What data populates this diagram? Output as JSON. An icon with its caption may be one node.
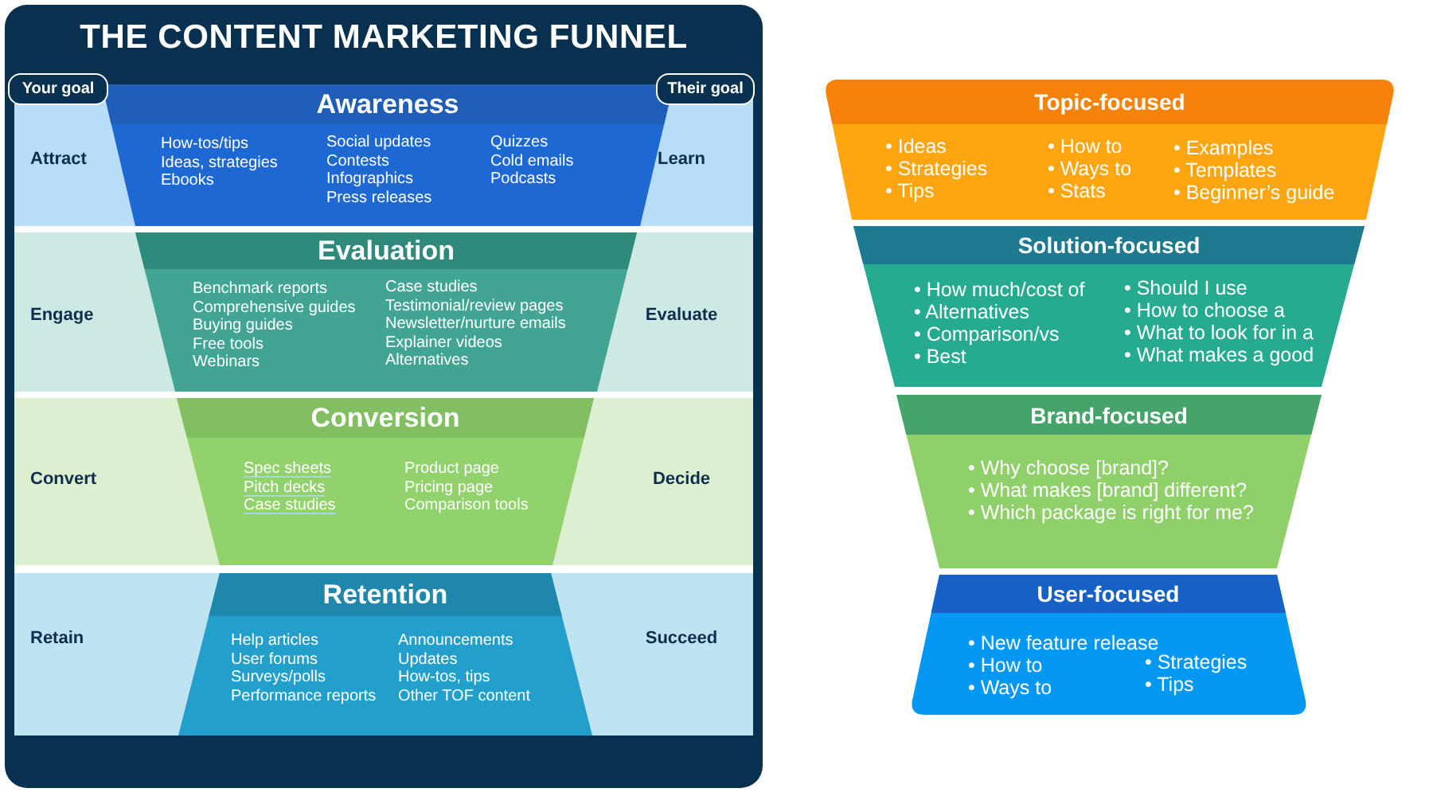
{
  "diagram": {
    "nodes": [
      {
        "text": [
          "THE CONTENT MARKETING FUNNEL"
        ]
      },
      {
        "text": [
          "Your goal"
        ],
        "in": 0
      },
      {
        "text": [
          "Their goal"
        ],
        "in": 0
      },
      {
        "text": [
          "Attract",
          "Learn"
        ],
        "in": 0
      },
      {
        "text": [
          "Awareness",
          "How-tos/tips",
          "Ideas, strategies",
          "Ebooks",
          "Social updates",
          "Contests",
          "Infographics",
          "Press releases",
          "Quizzes",
          "Cold emails",
          "Podcasts"
        ],
        "in": 3
      },
      {
        "text": [
          "Engage",
          "Evaluate"
        ],
        "in": 0
      },
      {
        "text": [
          "Evaluation",
          "Benchmark reports",
          "Comprehensive guides",
          "Buying guides",
          "Free tools",
          "Webinars",
          "Case studies",
          "Testimonial/review pages",
          "Newsletter/nurture emails",
          "Explainer videos",
          "Alternatives"
        ],
        "in": 5
      },
      {
        "text": [
          "Convert",
          "Decide"
        ],
        "in": 0
      },
      {
        "text": [
          "Conversion",
          "Spec sheets",
          "Pitch decks",
          "Case studies",
          "Product page",
          "Pricing page",
          "Comparison tools"
        ],
        "in": 7
      },
      {
        "text": [
          "Retain",
          "Succeed"
        ],
        "in": 0
      },
      {
        "text": [
          "Retention",
          "Help articles",
          "User forums",
          "Surveys/polls",
          "Performance reports",
          "Announcements",
          "Updates",
          "How-tos, tips",
          "Other TOF content"
        ],
        "in": 9
      },
      {
        "text": [
          "Topic-focused",
          "• Ideas",
          "• Strategies",
          "• Tips",
          "• How to",
          "• Ways to",
          "• Stats",
          "• Examples",
          "• Templates",
          "• Beginner’s guide"
        ]
      },
      {
        "text": [
          "Solution-focused",
          "• How much/cost of",
          "• Alternatives",
          "• Comparison/vs",
          "• Best",
          "• Should I use",
          "• How to choose a",
          "• What to look for in a",
          "• What makes a good"
        ]
      },
      {
        "text": [
          "Brand-focused",
          "• Why choose [brand]?",
          "• What makes [brand] different?",
          "• Which package is right for me?"
        ]
      },
      {
        "text": [
          "User-focused",
          "• New feature release",
          "• How to",
          "• Ways to",
          "• Strategies",
          "• Tips"
        ]
      }
    ]
  }
}
